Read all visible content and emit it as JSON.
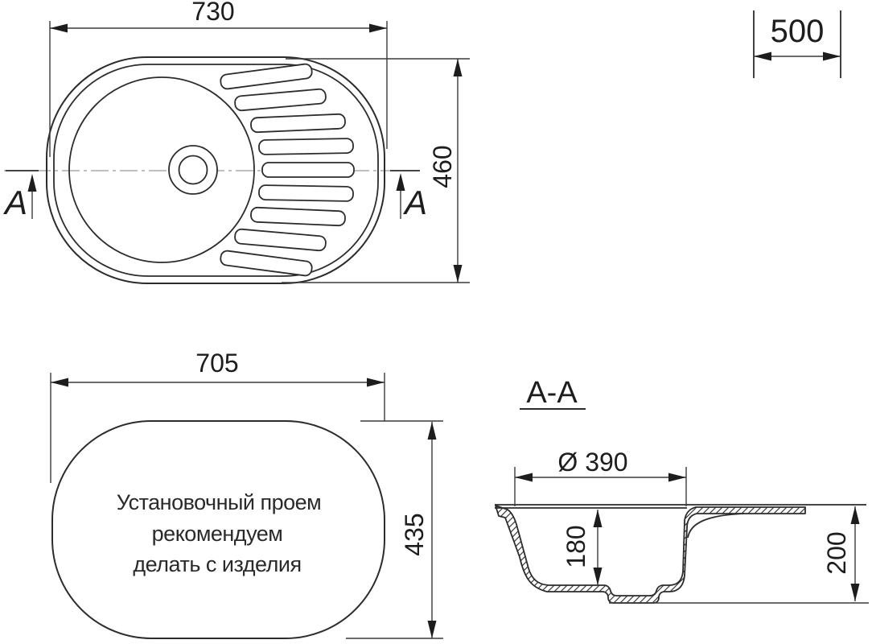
{
  "drawing": {
    "type": "sink-technical-drawing",
    "top_view": {
      "width": "730",
      "height": "460",
      "section_letter": "A"
    },
    "cabinet": {
      "width": "500"
    },
    "cutout": {
      "width": "705",
      "height": "435",
      "note1": "Установочный проем",
      "note2": "рекомендуем",
      "note3": "делать с изделия"
    },
    "section": {
      "title": "A-A",
      "diameter": "Ø 390",
      "bowl_depth": "180",
      "overall_depth": "200"
    }
  },
  "colors": {
    "line": "#2c2c2c",
    "dimension": "#3a3a3a",
    "centerline": "#9a9a9a",
    "background": "#ffffff",
    "text": "#1d1d1d"
  }
}
